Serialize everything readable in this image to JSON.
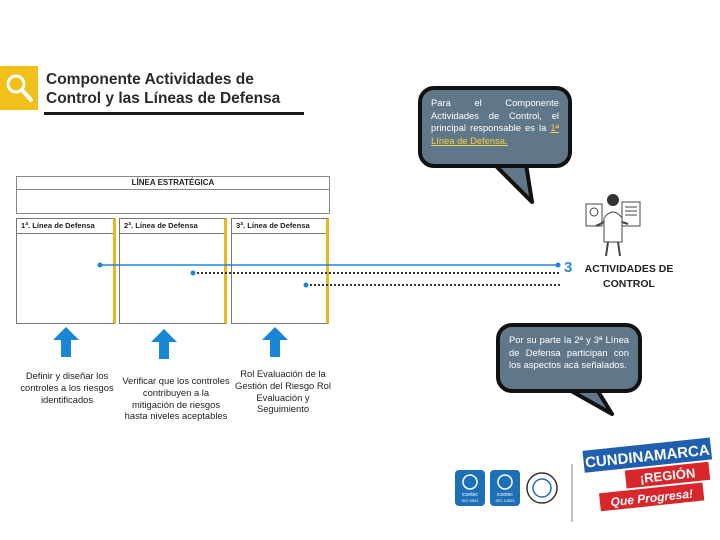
{
  "header": {
    "title_line1": "Componente Actividades de",
    "title_line2": "Control y las Líneas de Defensa"
  },
  "bubble_top": {
    "text_pre": "Para el Componente Actividades de Control, el principal responsable es la ",
    "highlight": "1ª Línea de Defensa."
  },
  "bubble_bottom": {
    "text": "Por su parte la 2ª y 3ª Línea de Defensa participan con los aspectos acá señalados."
  },
  "table": {
    "header": "LÍNEA ESTRATÉGICA",
    "columns": [
      "1ª. Línea de Defensa",
      "2ª. Línea de Defensa",
      "3ª. Línea de Defensa"
    ]
  },
  "descriptions": {
    "d1": "Definir y diseñar los controles a los riesgos identificados",
    "d2": "Verificar que los controles contribuyen a la mitigación de riesgos hasta niveles aceptables",
    "d3": "Rol Evaluación de la Gestión del Riesgo Rol Evaluación y Seguimiento"
  },
  "target": {
    "number": "3",
    "label": "ACTIVIDADES DE CONTROL"
  },
  "branding": {
    "org": "CUNDINAMARCA",
    "region": "¡REGIÓN",
    "slogan": "Que Progresa!",
    "cert1": "icontec",
    "cert2": "icontec",
    "iso": "ISO 9001",
    "iso2": "ISO 14001"
  },
  "colors": {
    "bubble": "#607789",
    "accent_yellow": "#f2c01a",
    "arrow_blue": "#1a86d6",
    "line_blue": "#1a86d6",
    "brand_red": "#d8262b",
    "brand_blue": "#1f5fae"
  }
}
